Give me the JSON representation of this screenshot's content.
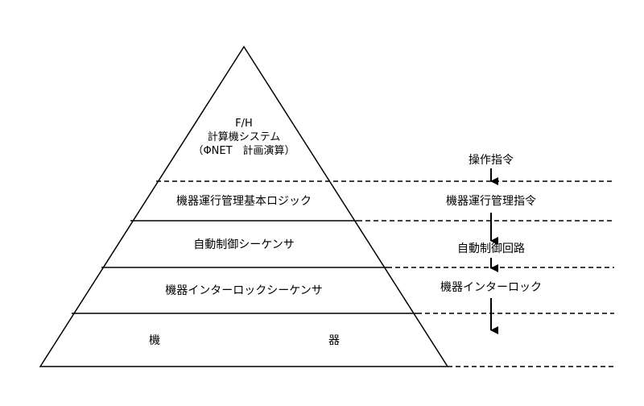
{
  "pyramid": {
    "top_lines": [
      "F/H",
      "計算機システム",
      "（ΦNET　計画演算）"
    ],
    "levels": [
      "機器運行管理基本ロジック",
      "自動制御シーケンサ",
      "機器インターロックシーケンサ"
    ],
    "base_left": "機",
    "base_right": "器"
  },
  "signals": [
    "操作指令",
    "機器運行管理指令",
    "自動制御回路",
    "機器インターロック"
  ],
  "colors": {
    "line": "#000000",
    "background": "#ffffff"
  }
}
